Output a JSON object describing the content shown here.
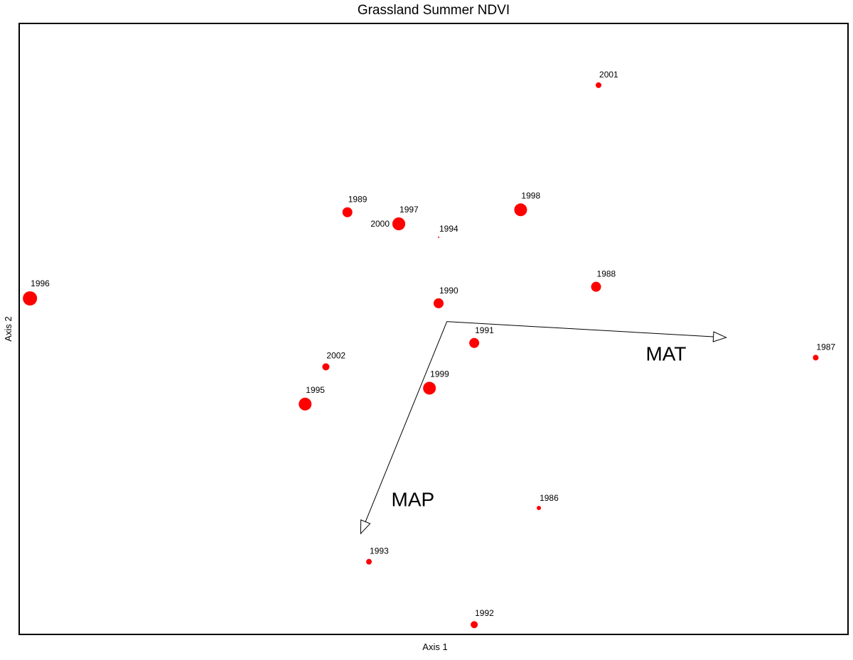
{
  "chart_data": {
    "type": "scatter",
    "title": "Grassland Summer NDVI",
    "xlabel": "Axis 1",
    "ylabel": "Axis 2",
    "xlim": [
      0,
      100
    ],
    "ylim": [
      0,
      100
    ],
    "grid": false,
    "point_color": "#ff0000",
    "points": [
      {
        "label": "2001",
        "x": 69.9,
        "y": 89.9,
        "size": 4
      },
      {
        "label": "1989",
        "x": 39.6,
        "y": 69.1,
        "size": 7
      },
      {
        "label": "1997",
        "x": 45.8,
        "y": 67.2,
        "size": 9
      },
      {
        "label": "2000",
        "x": 45.8,
        "y": 67.2,
        "size": 9
      },
      {
        "label": "1994",
        "x": 50.6,
        "y": 65.0,
        "size": 1
      },
      {
        "label": "1998",
        "x": 60.5,
        "y": 69.5,
        "size": 9
      },
      {
        "label": "1996",
        "x": 1.3,
        "y": 55.0,
        "size": 10
      },
      {
        "label": "1988",
        "x": 69.6,
        "y": 56.9,
        "size": 7
      },
      {
        "label": "1990",
        "x": 50.6,
        "y": 54.2,
        "size": 7
      },
      {
        "label": "1991",
        "x": 54.9,
        "y": 47.7,
        "size": 7
      },
      {
        "label": "1987",
        "x": 96.1,
        "y": 45.3,
        "size": 4
      },
      {
        "label": "2002",
        "x": 37.0,
        "y": 43.8,
        "size": 5
      },
      {
        "label": "1999",
        "x": 49.5,
        "y": 40.3,
        "size": 9
      },
      {
        "label": "1995",
        "x": 34.5,
        "y": 37.7,
        "size": 9
      },
      {
        "label": "1986",
        "x": 62.7,
        "y": 20.7,
        "size": 3
      },
      {
        "label": "1993",
        "x": 42.2,
        "y": 11.9,
        "size": 4
      },
      {
        "label": "1992",
        "x": 54.9,
        "y": 1.6,
        "size": 5
      }
    ],
    "vectors": [
      {
        "label": "MAT",
        "x0": 51.6,
        "y0": 51.2,
        "x1": 85.3,
        "y1": 48.6,
        "label_x": 75.6,
        "label_y": 44.8
      },
      {
        "label": "MAP",
        "x0": 51.6,
        "y0": 51.2,
        "x1": 41.2,
        "y1": 16.5,
        "label_x": 44.9,
        "label_y": 21.0
      }
    ]
  }
}
